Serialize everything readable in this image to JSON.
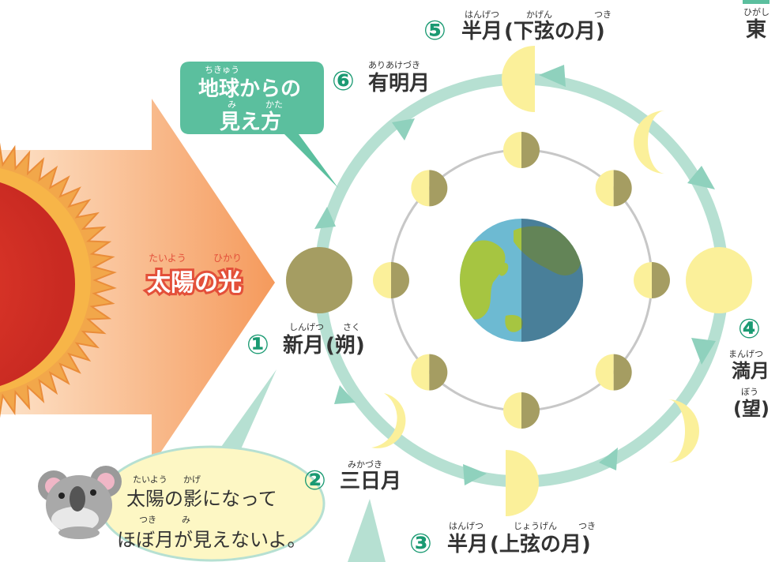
{
  "direction": {
    "label": "東",
    "ruby": "ひがし"
  },
  "sunlight": {
    "text": "太陽の光",
    "ruby_left": "たいよう",
    "ruby_right": "ひかり"
  },
  "view_bubble": {
    "line1": "地球からの",
    "line1_ruby": "ちきゅう",
    "line2": "見え方",
    "line2_ruby_left": "み",
    "line2_ruby_right": "かた"
  },
  "phases": [
    {
      "number": "①",
      "name": "新月",
      "paren": "(朔)",
      "ruby": "しんげつ",
      "ruby2": "さく"
    },
    {
      "number": "②",
      "name": "三日月",
      "ruby": "みかづき"
    },
    {
      "number": "③",
      "name": "半月",
      "paren": "(上弦の月)",
      "ruby": "はんげつ",
      "ruby2": "じょうげん",
      "ruby3": "つき"
    },
    {
      "number": "④",
      "name": "満月",
      "paren": "(望)",
      "ruby": "まんげつ",
      "ruby2": "ぼう"
    },
    {
      "number": "⑤",
      "name": "半月",
      "paren": "(下弦の月)",
      "ruby": "はんげつ",
      "ruby2": "かげん",
      "ruby3": "つき"
    },
    {
      "number": "⑥",
      "name": "有明月",
      "ruby": "ありあけづき"
    }
  ],
  "koala_bubble": {
    "line1": "太陽の影になって",
    "line1_ruby_left": "たいよう",
    "line1_ruby_right": "かげ",
    "line2": "ほぼ月が見えないよ。",
    "line2_ruby_left": "つき",
    "line2_ruby_right": "み"
  },
  "colors": {
    "sun_outer": "#f0a040",
    "sun_inner": "#d9342a",
    "arrow": "#f6b07a",
    "bubble_green": "#5bbf9e",
    "orbit_outer": "#b6e0d2",
    "orbit_inner": "#c7c7c7",
    "moon_lit": "#fbf09a",
    "moon_dark": "#a59d62",
    "earth_ocean": "#5fb0cc",
    "earth_land": "#9cbd3c",
    "number_green": "#1a9a72",
    "sunlight_text": "#e3503a"
  },
  "icons": [
    "sun-icon",
    "earth-icon",
    "koala-icon"
  ]
}
